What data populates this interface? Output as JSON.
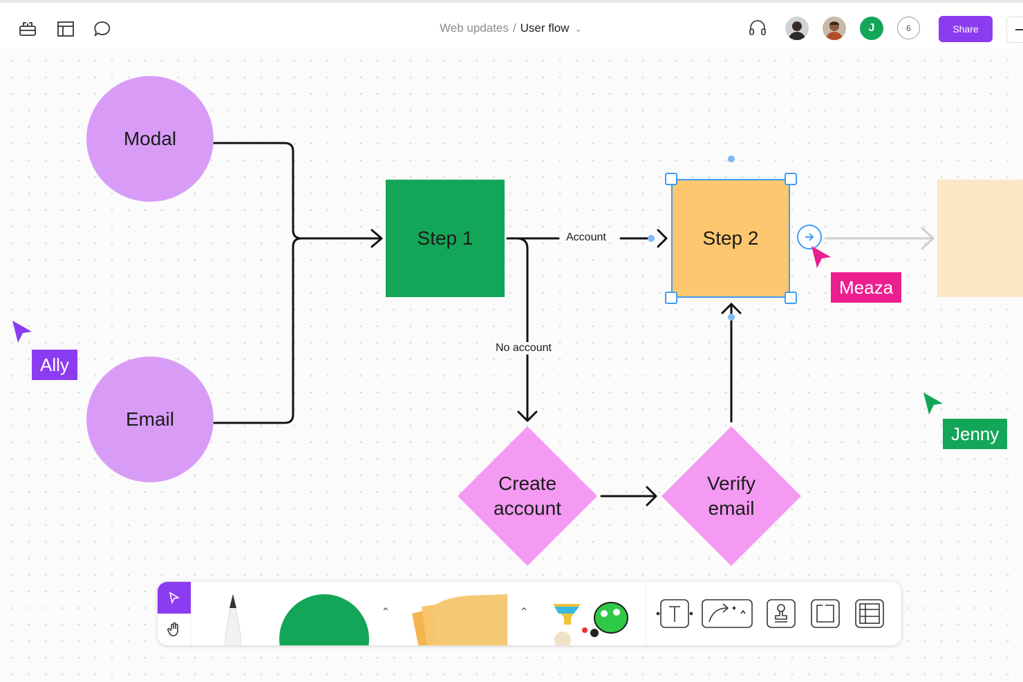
{
  "breadcrumb": {
    "parent": "Web updates",
    "separator": "/",
    "current": "User flow"
  },
  "header": {
    "share_label": "Share",
    "collaborator_initial": "J",
    "collaborator_overflow": "6"
  },
  "diagram": {
    "nodes": {
      "modal": "Modal",
      "email": "Email",
      "step1": "Step 1",
      "step2": "Step 2",
      "create_account_line1": "Create",
      "create_account_line2": "account",
      "verify_email_line1": "Verify",
      "verify_email_line2": "email"
    },
    "edges": {
      "account": "Account",
      "no_account": "No account"
    }
  },
  "cursors": {
    "ally": "Ally",
    "meaza": "Meaza",
    "jenny": "Jenny"
  },
  "colors": {
    "accent": "#8c3cf0",
    "circle": "#d89cf7",
    "step1": "#14a658",
    "step2": "#fcc76f",
    "diamond": "#f49af2",
    "selection": "#3d9cf5",
    "meaza": "#ec1f8e",
    "jenny": "#14a658",
    "ally": "#8c3cf0"
  },
  "icons": [
    "robot-icon",
    "layout-icon",
    "comment-icon",
    "headphones-icon",
    "select-tool-icon",
    "hand-tool-icon",
    "pen-tool-icon",
    "shape-tool-icon",
    "sticky-note-icon",
    "stickers-icon",
    "text-tool-icon",
    "connector-tool-icon",
    "stamp-icon",
    "frame-icon",
    "table-icon"
  ]
}
